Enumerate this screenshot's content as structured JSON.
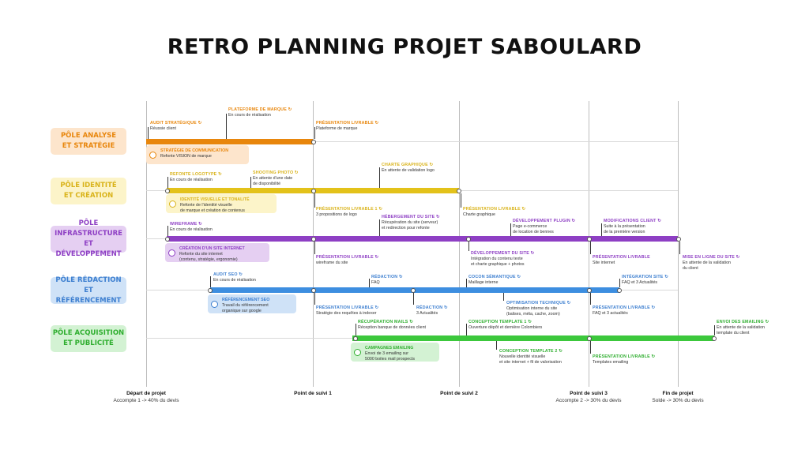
{
  "title": "RETRO PLANNING PROJET SABOULARD",
  "colors": {
    "analyse": "#e8860c",
    "identite": "#e3c21a",
    "infra": "#8e3fc4",
    "redaction": "#3d8ee0",
    "acquisition": "#3cc83c"
  },
  "categories": [
    {
      "label": "PÔLE ANALYSE\nET STRATÉGIE"
    },
    {
      "label": "PÔLE IDENTITÉ\nET CRÉATION"
    },
    {
      "label": "PÔLE INFRASTRUCTURE\nET DÉVELOPPEMENT"
    },
    {
      "label": "PÔLE RÉDACTION\nET RÉFÉRENCEMENT"
    },
    {
      "label": "PÔLE ACQUISITION\nET PUBLICITÉ"
    }
  ],
  "milestones": [
    {
      "label": "Départ de projet",
      "sub": "Accompte 1 -> 40% du devis"
    },
    {
      "label": "Point de suivi 1",
      "sub": ""
    },
    {
      "label": "Point de suivi 2",
      "sub": ""
    },
    {
      "label": "Point de suivi 3",
      "sub": "Accompte 2 -> 30% du devis"
    },
    {
      "label": "Fin de projet",
      "sub": "Solde -> 30% du devis"
    }
  ],
  "labels": {
    "a1": {
      "h": "AUDIT STRATÉGIQUE ↻",
      "t": "Réussie client"
    },
    "a2": {
      "h": "PLATEFORME DE MARQUE ↻",
      "t": "En cours de réalisation"
    },
    "a3": {
      "h": "PRÉSENTATION LIVRABLE ↻",
      "t": "Plateforme de marque"
    },
    "a4": {
      "h": "STRATÉGIE DE COMMUNICATION",
      "t": "Refonte VISION de marque"
    },
    "i1": {
      "h": "REFONTE LOGOTYPE ↻",
      "t": "En cours de réalisation"
    },
    "i2": {
      "h": "SHOOTING PHOTO ↻",
      "t": "En attente d'une date\nde disponibilité"
    },
    "i3": {
      "h": "CHARTE GRAPHIQUE ↻",
      "t": "En attente de validation logo"
    },
    "i4": {
      "h": "IDENTITÉ VISUELLE ET TONALITÉ",
      "t": "Refonte de l'identité visuelle\nde marque et création de contenus"
    },
    "i5": {
      "h": "PRÉSENTATION LIVRABLE 1 ↻",
      "t": "3 propositions de logo"
    },
    "i6": {
      "h": "PRÉSENTATION LIVRABLE ↻",
      "t": "Charte graphique"
    },
    "f1": {
      "h": "WIREFRAME ↻",
      "t": "En cours de réalisation"
    },
    "f2": {
      "h": "HÉBERGEMENT DU SITE ↻",
      "t": "Récupération du site (serveur)\net redirection pour refonte"
    },
    "f3": {
      "h": "DÉVELOPPEMENT PLUGIN ↻",
      "t": "Page e-commerce\nde location de bennes"
    },
    "f4": {
      "h": "MODIFICATIONS CLIENT ↻",
      "t": "Suite à la présentation\nde la première version"
    },
    "f5": {
      "h": "CRÉATION D'UN SITE INTERNET",
      "t": "Refonte du site internet\n(contenu, stratégie, ergonomie)"
    },
    "f6": {
      "h": "PRÉSENTATION LIVRABLE ↻",
      "t": "wireframe du site"
    },
    "f7": {
      "h": "DÉVELOPPEMENT DU SITE ↻",
      "t": "Intégration du contenu texte\net charte graphique + photos"
    },
    "f8": {
      "h": "PRÉSENTATION LIVRABLE",
      "t": "Site internet"
    },
    "f9": {
      "h": "MISE EN LIGNE DU SITE ↻",
      "t": "En attente de la validation\ndu client"
    },
    "r1": {
      "h": "AUDIT SEO ↻",
      "t": "En cours de réalisation"
    },
    "r2": {
      "h": "RÉDACTION ↻",
      "t": "FAQ"
    },
    "r3": {
      "h": "COCON SÉMANTIQUE ↻",
      "t": "Maillage interne"
    },
    "r4": {
      "h": "INTÉGRATION SITE ↻",
      "t": "FAQ et 3 Actualités"
    },
    "r5": {
      "h": "RÉFÉRENCEMENT SEO",
      "t": "Travail du référencement\norganique sur google"
    },
    "r6": {
      "h": "PRÉSENTATION LIVRABLE ↻",
      "t": "Stratégie des requêtes à indexer"
    },
    "r7": {
      "h": "RÉDACTION ↻",
      "t": "3 Actualités"
    },
    "r8": {
      "h": "OPTIMISATION TECHNIQUE ↻",
      "t": "Optimisation interne du site\n(balises, méta, cache, zoom)"
    },
    "r9": {
      "h": "PRÉSENTATION LIVRABLE ↻",
      "t": "FAQ et 3 actualités"
    },
    "p1": {
      "h": "RÉCUPÉRATION MAILS ↻",
      "t": "Réception banque de données client"
    },
    "p2": {
      "h": "CONCEPTION TEMPLATE 1 ↻",
      "t": "Ouverture dépôt et dernière Colombiers"
    },
    "p3": {
      "h": "ENVOI DES EMAILING ↻",
      "t": "En attente de la validation\ntemplate du client"
    },
    "p4": {
      "h": "CAMPAGNES EMAILING",
      "t": "Envoi de 3 emailing sur\n5000 boites mail prospects"
    },
    "p5": {
      "h": "CONCEPTION TEMPLATE 2 ↻",
      "t": "Nouvelle identité visuelle\net site internet + fil de valorisation"
    },
    "p6": {
      "h": "PRÉSENTATION LIVRABLE ↻",
      "t": "Templates emailing"
    }
  }
}
